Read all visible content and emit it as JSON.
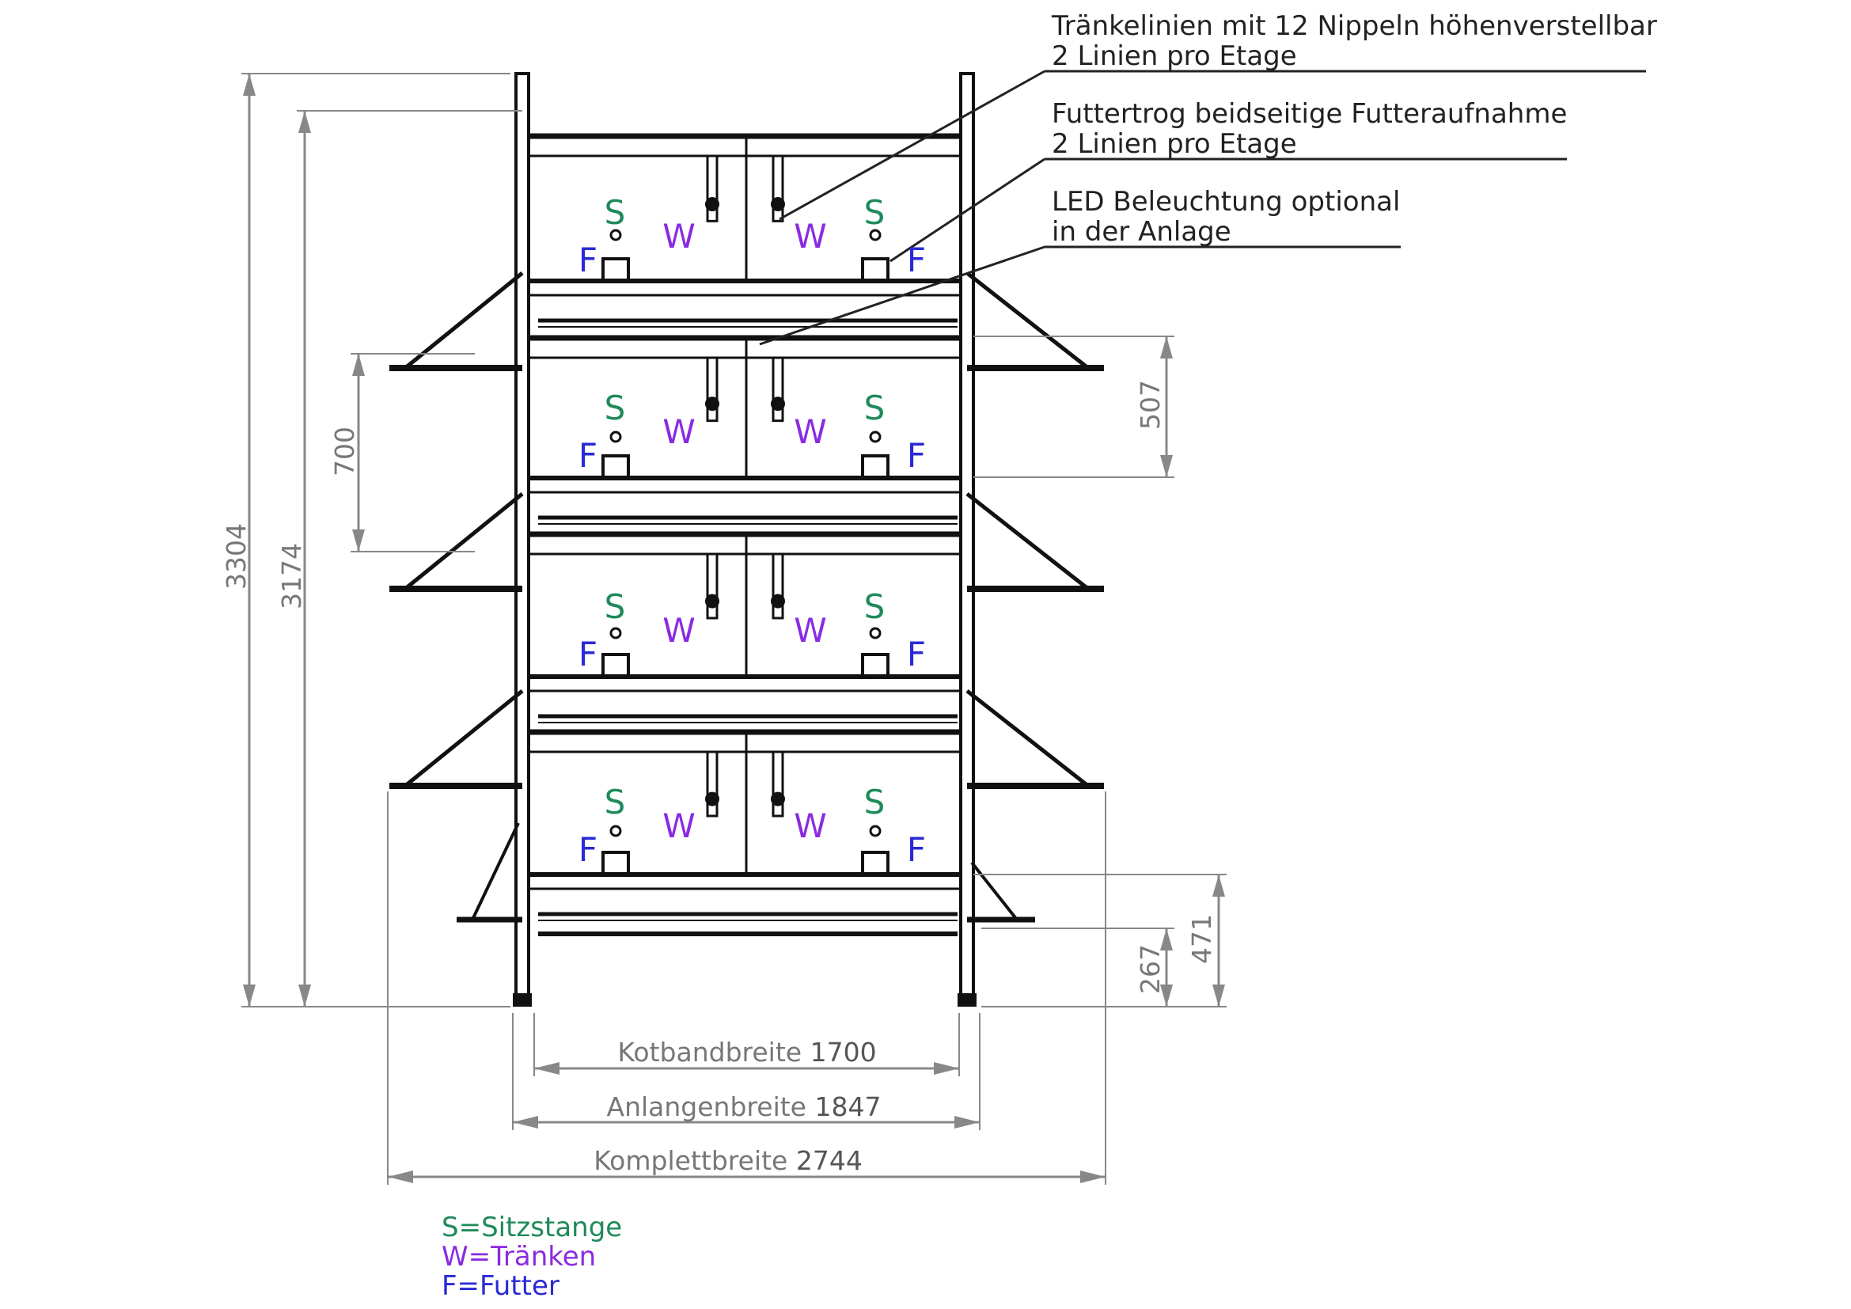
{
  "annotations": [
    {
      "line1": "Tränkelinien mit 12 Nippeln höhenverstellbar",
      "line2": "2 Linien pro Etage"
    },
    {
      "line1": "Futtertrog beidseitige Futteraufnahme",
      "line2": "2 Linien pro Etage"
    },
    {
      "line1": "LED Beleuchtung optional",
      "line2": "in der Anlage"
    }
  ],
  "dimensions": {
    "total_height": "3304",
    "post_height": "3174",
    "perch_spacing": "700",
    "tier_spacing": "507",
    "bottom_upper": "471",
    "bottom_lower": "267",
    "kotband": {
      "label": "Kotbandbreite",
      "value": "1700"
    },
    "anlage": {
      "label": "Anlangenbreite",
      "value": "1847"
    },
    "komplett": {
      "label": "Komplettbreite",
      "value": "2744"
    }
  },
  "markers": {
    "perch": "S",
    "water": "W",
    "feed": "F"
  },
  "legend": {
    "perch": "S=Sitzstange",
    "water": "W=Tränken",
    "feed": "F=Futter"
  },
  "colors": {
    "perch": "#1e8a5a",
    "water": "#8a2be2",
    "feed": "#2a2ad6",
    "dimension": "#888888",
    "structure": "#111111"
  }
}
